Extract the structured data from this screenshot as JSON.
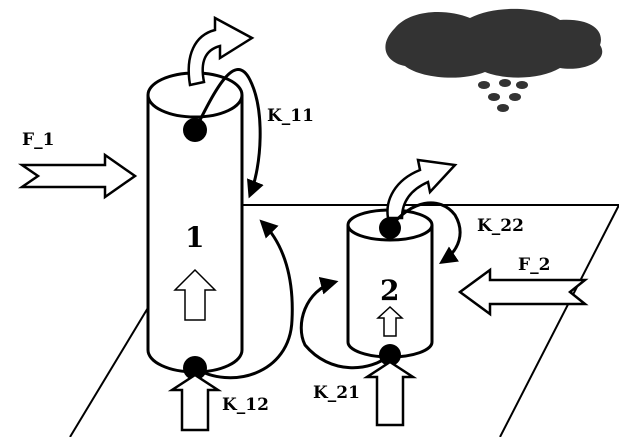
{
  "diagram": {
    "labels": {
      "f1": "F_1",
      "f2": "F_2",
      "k11": "K_11",
      "k12": "K_12",
      "k21": "K_21",
      "k22": "K_22",
      "column1": "1",
      "column2": "2"
    },
    "icons": {
      "cloud": "rain-cloud-icon",
      "inflow": "hollow-arrow-icon",
      "outflow": "curved-outflow-arrow-icon"
    },
    "colors": {
      "line": "#000000",
      "fill": "#ffffff",
      "cloud": "#333333"
    }
  }
}
